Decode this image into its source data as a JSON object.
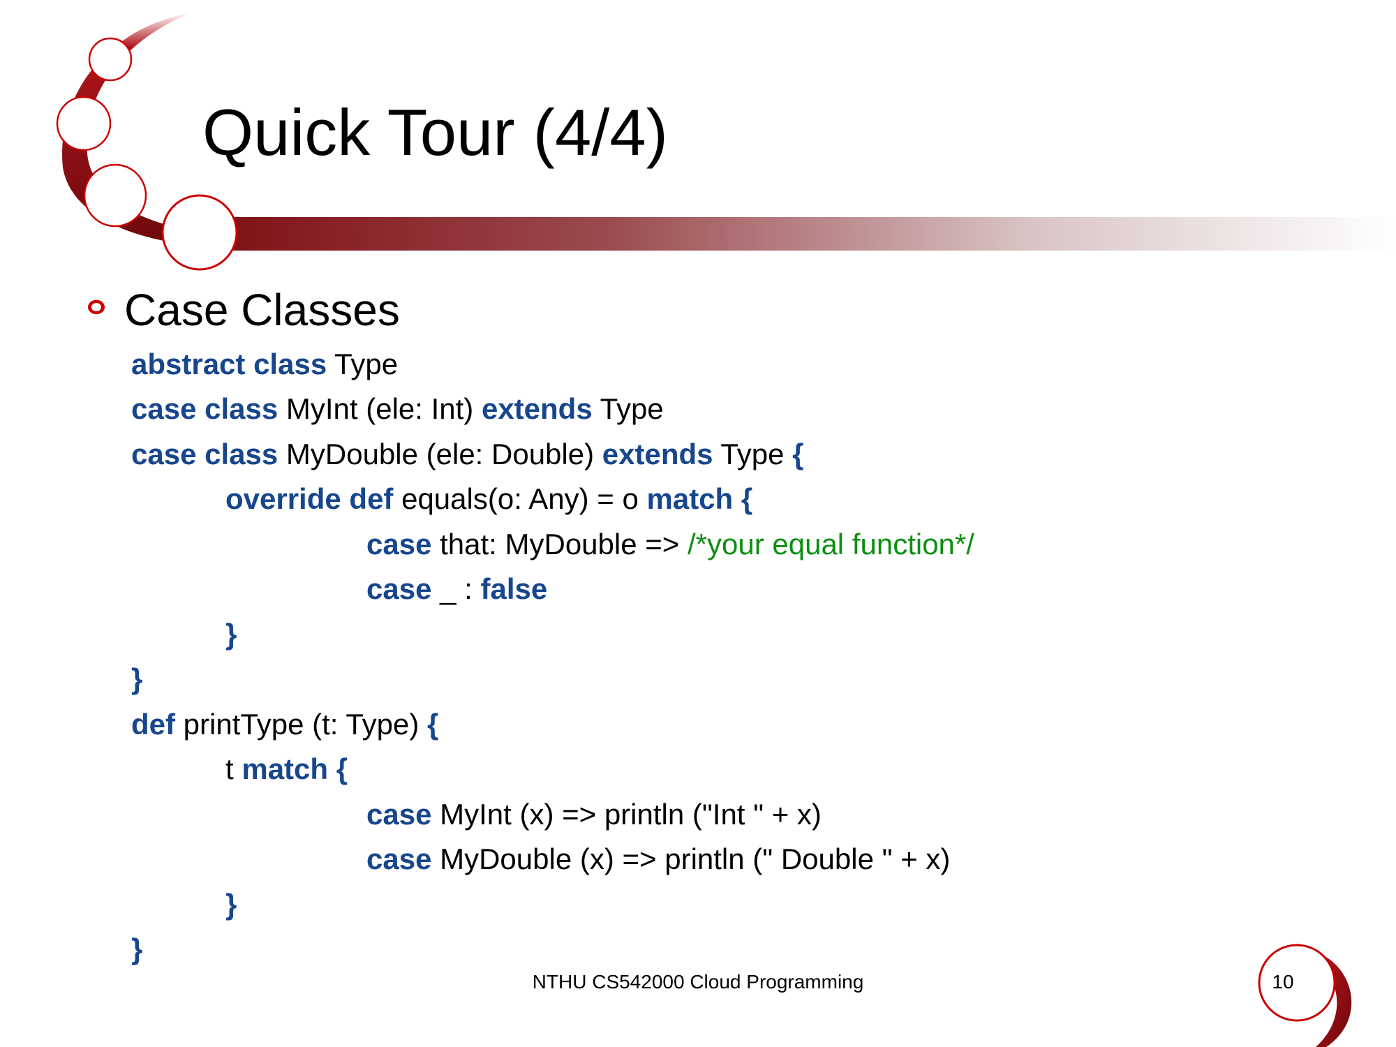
{
  "slide": {
    "title": "Quick Tour (4/4)",
    "bullet_heading": "Case Classes",
    "footer": "NTHU CS542000 Cloud Programming",
    "page_number": "10"
  },
  "colors": {
    "keyword": "#17468c",
    "comment": "#0d8f12",
    "accent_red": "#cc0000",
    "accent_dark_red": "#8b0f14"
  },
  "code": {
    "l1": {
      "k1": "abstract class",
      "t1": " Type"
    },
    "l2": {
      "k1": "case class",
      "t1": " MyInt (ele: Int) ",
      "k2": "extends",
      "t2": " Type"
    },
    "l3": {
      "k1": "case class",
      "t1": " MyDouble (ele: Double) ",
      "k2": "extends",
      "t2": " Type ",
      "k3": "{"
    },
    "l4": {
      "k1": "override def",
      "t1": " equals(o: Any) = o ",
      "k2": "match {"
    },
    "l5": {
      "k1": "case",
      "t1": " that: MyDouble => ",
      "c1": "/*your equal function*/"
    },
    "l6": {
      "k1": "case",
      "t1": " _ : ",
      "k2": "false"
    },
    "l7": {
      "k1": "}"
    },
    "l8": {
      "k1": "}"
    },
    "l9": {
      "k1": "def",
      "t1": " printType (t: Type) ",
      "k2": "{"
    },
    "l10": {
      "t1": "t ",
      "k1": "match {"
    },
    "l11": {
      "k1": "case",
      "t1": " MyInt (x) => println (\"Int \" + x)"
    },
    "l12": {
      "k1": "case",
      "t1": " MyDouble (x) => println (\" Double \" + x)"
    },
    "l13": {
      "k1": "}"
    },
    "l14": {
      "k1": "}"
    }
  }
}
